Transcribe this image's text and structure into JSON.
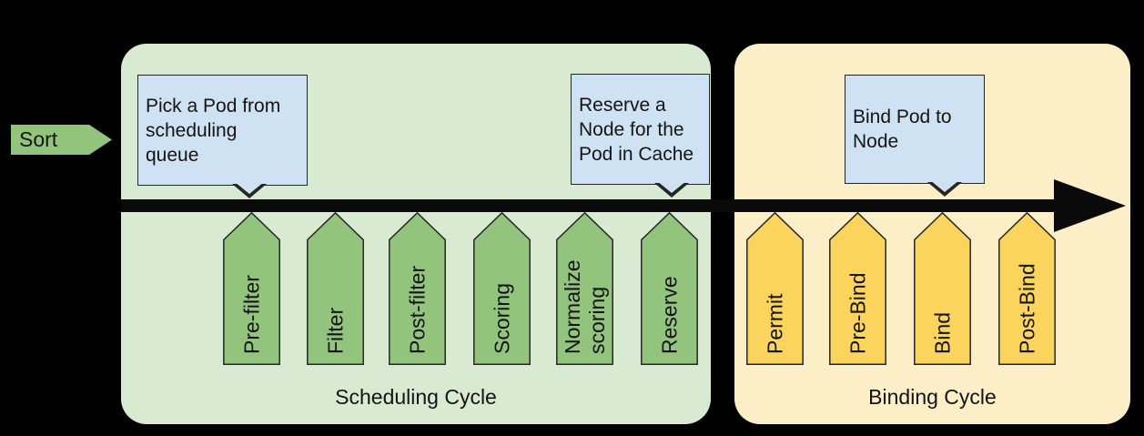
{
  "sort_arrow": {
    "label": "Sort"
  },
  "scheduling_cycle": {
    "label": "Scheduling Cycle",
    "plugins": [
      {
        "label": "Pre-filter"
      },
      {
        "label": "Filter"
      },
      {
        "label": "Post-filter"
      },
      {
        "label": "Scoring"
      },
      {
        "label": "Normalize\nscoring"
      },
      {
        "label": "Reserve"
      }
    ],
    "callouts": [
      {
        "text": "Pick a Pod from\nscheduling\nqueue"
      },
      {
        "text": "Reserve a\nNode for the\nPod in Cache"
      }
    ]
  },
  "binding_cycle": {
    "label": "Binding Cycle",
    "plugins": [
      {
        "label": "Permit"
      },
      {
        "label": "Pre-Bind"
      },
      {
        "label": "Bind"
      },
      {
        "label": "Post-Bind"
      }
    ],
    "callouts": [
      {
        "text": "Bind Pod to\nNode"
      }
    ]
  },
  "colors": {
    "background": "#000000",
    "scheduling_fill": "#d9ead3",
    "scheduling_plugin_fill": "#93c47d",
    "binding_fill": "#fcefc8",
    "binding_plugin_fill": "#fbd45e",
    "callout_fill": "#cfe2f3",
    "arrow_color": "#0a0a0a",
    "outline": "#262626",
    "text": "#141414"
  }
}
